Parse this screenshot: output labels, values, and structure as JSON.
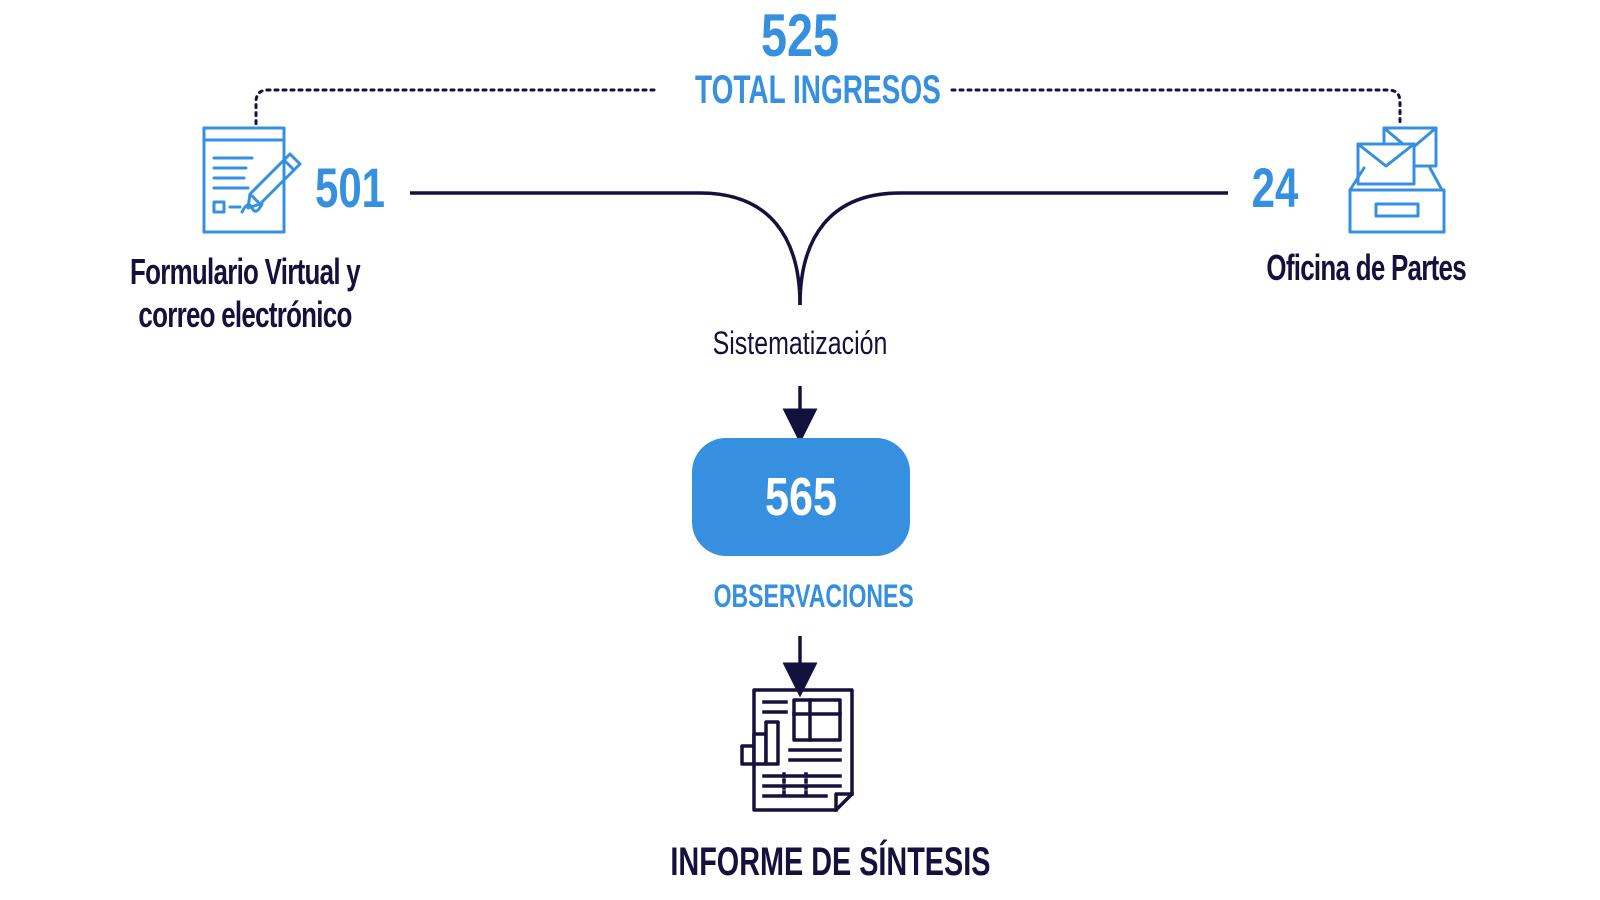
{
  "total": {
    "count": "525",
    "label": "TOTAL INGRESOS"
  },
  "sources": [
    {
      "count": "501",
      "label_line1": "Formulario Virtual  y",
      "label_line2": "correo electrónico",
      "icon": "form-pencil-icon"
    },
    {
      "count": "24",
      "label": "Oficina de Partes",
      "icon": "mailbox-icon"
    }
  ],
  "process": {
    "label": "Sistematización"
  },
  "result": {
    "count": "565",
    "label": "OBSERVACIONES"
  },
  "output": {
    "label": "INFORME DE SÍNTESIS",
    "icon": "report-document-icon"
  },
  "colors": {
    "blue": "#3690df",
    "navy": "#14123d"
  }
}
